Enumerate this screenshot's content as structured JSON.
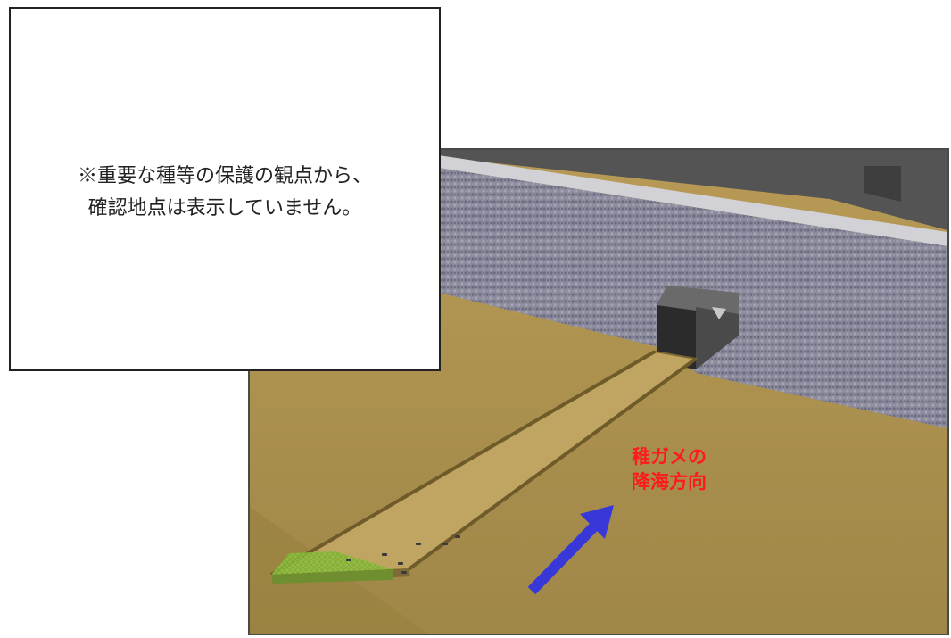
{
  "notice": {
    "line1": "※重要な種等の保護の観点から、",
    "line2": "確認地点は表示していません。"
  },
  "direction_label": {
    "line1": "稚ガメの",
    "line2": "降海方向"
  },
  "colors": {
    "direction_text": "#ff1a1a",
    "arrow": "#3838d8",
    "sand": "#a88f4f",
    "road": "#545454",
    "wall": "#8a8a9c",
    "ramp": "#c0a461",
    "green_zone": "#8fbf3f"
  },
  "icons": {
    "direction_arrow": "arrow-up-right-icon"
  }
}
